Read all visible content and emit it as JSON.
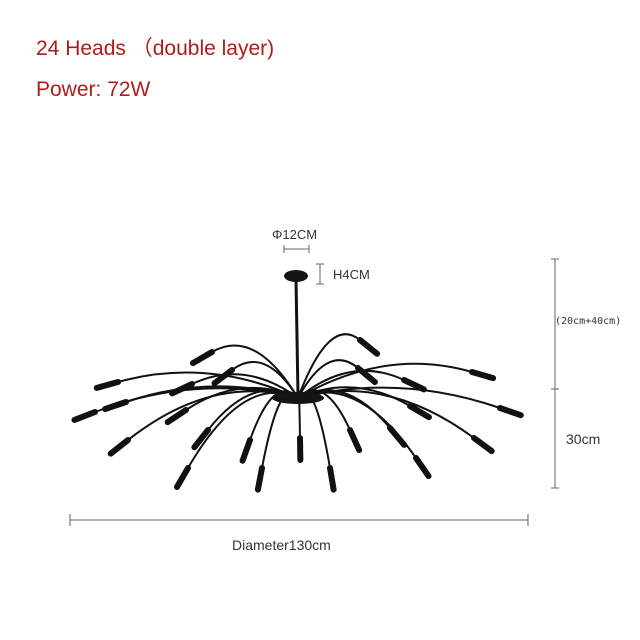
{
  "header": {
    "heads_label": "24 Heads （double layer)",
    "power_label": "Power: 72W",
    "text_color": "#b01c1c"
  },
  "dimensions": {
    "canopy_diameter": "Φ12CM",
    "canopy_height": "H4CM",
    "rod_length": "(20cm+40cm)",
    "body_height": "30cm",
    "diameter": "Diameter130cm"
  },
  "product": {
    "heads": 24,
    "finish_color": "#111111"
  }
}
